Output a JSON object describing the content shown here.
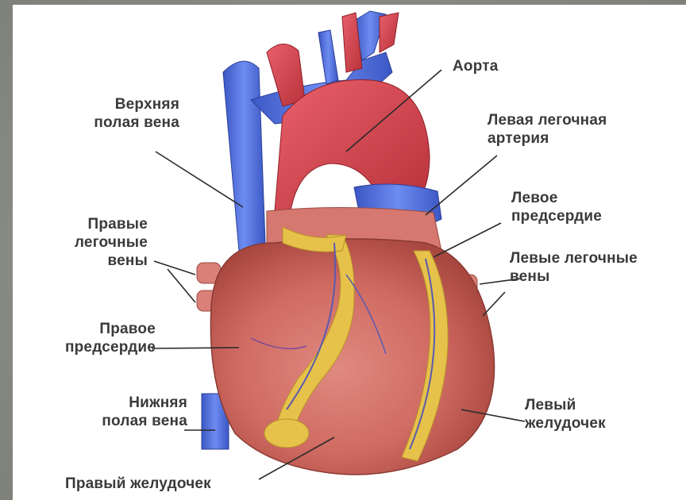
{
  "labels": {
    "aorta": "Аорта",
    "svc": "Верхняя\nполая вена",
    "left_pulmonary_artery": "Левая легочная\nартерия",
    "left_atrium": "Левое\nпредсердие",
    "right_pulmonary_veins": "Правые\nлегочные\nвены",
    "left_pulmonary_veins": "Левые легочные\nвены",
    "right_atrium": "Правое\nпредсердие",
    "ivc": "Нижняя\nполая вена",
    "left_ventricle": "Левый\nжелудочек",
    "right_ventricle": "Правый желудочек"
  },
  "colors": {
    "vein_blue": "#4f6fd8",
    "artery_red": "#d9424a",
    "muscle": "#cf6a62",
    "fat": "#e6c24a",
    "leader_line": "#2a2a2a"
  }
}
